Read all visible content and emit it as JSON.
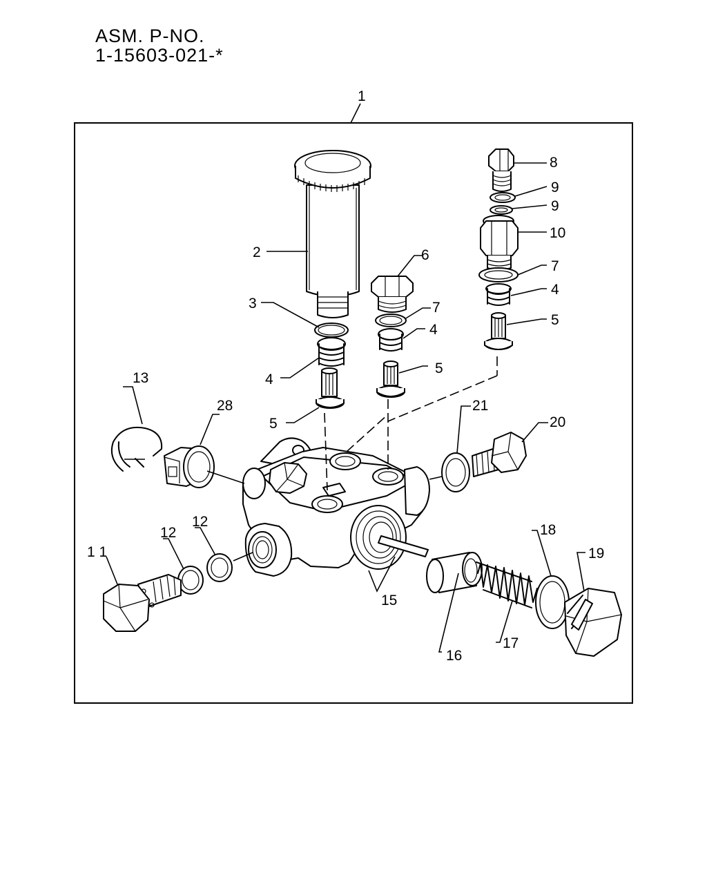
{
  "header": {
    "line1": "ASM. P-NO.",
    "line2": "1-15603-021-*"
  },
  "labels": {
    "c1": "1",
    "c2": "2",
    "c3": "3",
    "c4a": "4",
    "c5a": "5",
    "c6": "6",
    "c7a": "7",
    "c4b": "4",
    "c5b": "5",
    "c8": "8",
    "c9a": "9",
    "c9b": "9",
    "c10": "10",
    "c7b": "7",
    "c4c": "4",
    "c5c": "5",
    "c13": "13",
    "c28": "28",
    "c21": "21",
    "c20": "20",
    "c12a": "12",
    "c12b": "12",
    "c11": "1 1",
    "c18": "18",
    "c19": "19",
    "c15": "15",
    "c16": "16",
    "c17": "17"
  }
}
